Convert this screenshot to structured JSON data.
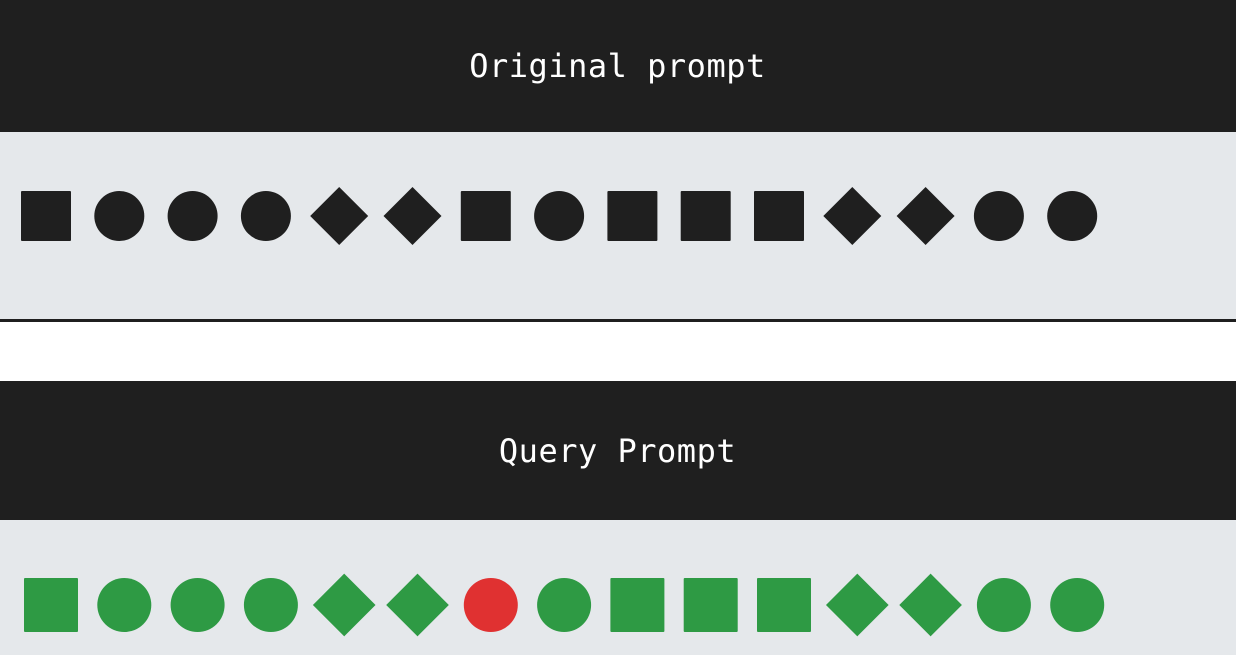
{
  "original_panel": {
    "title": "Original prompt",
    "color": "#1f1f1f",
    "shapes": [
      "square",
      "circle",
      "circle",
      "circle",
      "diamond",
      "diamond",
      "square",
      "circle",
      "square",
      "square",
      "square",
      "diamond",
      "diamond",
      "circle",
      "circle"
    ]
  },
  "query_panel": {
    "title": "Query Prompt",
    "default_color": "#2e9a44",
    "highlight_color": "#e03131",
    "shapes": [
      "square",
      "circle",
      "circle",
      "circle",
      "diamond",
      "diamond",
      "circle",
      "circle",
      "square",
      "square",
      "square",
      "diamond",
      "diamond",
      "circle",
      "circle"
    ],
    "highlight_index": 6
  }
}
